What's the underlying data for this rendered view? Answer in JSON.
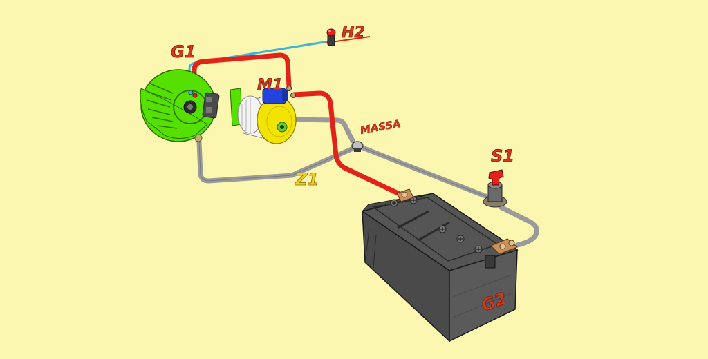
{
  "colors": {
    "background": "#fcf7b0",
    "wire_positive": "#e2231a",
    "wire_ground": "#9a9a9a",
    "wire_signal": "#3fb3d9",
    "label_red": "#d9361f",
    "label_yellow": "#f2cf1f",
    "alternator_green": "#56e000",
    "starter_white": "#f4f4f4",
    "starter_yellow": "#f2e400",
    "solenoid_blue": "#2244dd",
    "battery_body": "#4a4a4a",
    "terminal_copper": "#c8905a"
  },
  "labels": {
    "g1": "G1",
    "m1": "M1",
    "h2": "H2",
    "massa": "MASSA",
    "z1": "Z1",
    "s1": "S1",
    "g2": "G2"
  },
  "components": [
    {
      "id": "G1",
      "icon": "alternator-icon"
    },
    {
      "id": "M1",
      "icon": "starter-motor-icon"
    },
    {
      "id": "H2",
      "icon": "indicator-lamp-icon"
    },
    {
      "id": "S1",
      "icon": "battery-switch-icon"
    },
    {
      "id": "G2",
      "icon": "battery-icon"
    },
    {
      "id": "MASSA",
      "icon": "ground-point-icon"
    }
  ]
}
